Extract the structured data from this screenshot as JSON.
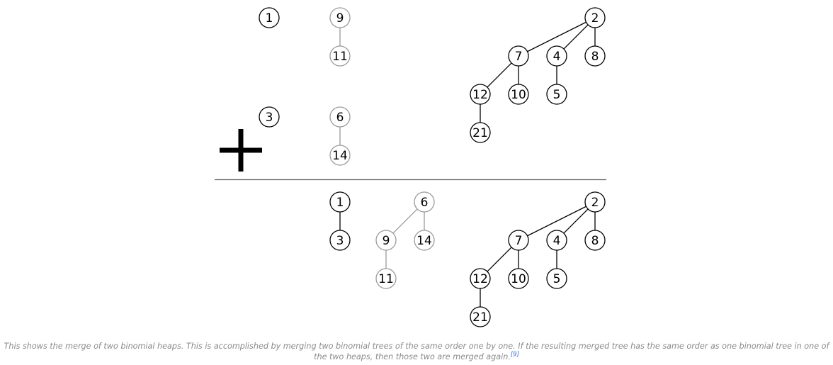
{
  "diagram": {
    "operator_symbol": "plus",
    "colors": {
      "black_tree": "#000000",
      "gray_tree": "#9a9a9a",
      "divider": "#666666",
      "caption": "#8a8a8a",
      "citation_link": "#3366cc"
    },
    "top_heap_1": {
      "trees": [
        {
          "keys": [
            "1"
          ],
          "color": "black"
        },
        {
          "keys": [
            "9",
            "11"
          ],
          "color": "gray"
        },
        {
          "keys": [
            "2",
            "7",
            "4",
            "8",
            "12",
            "10",
            "5",
            "21"
          ],
          "color": "black"
        }
      ]
    },
    "top_heap_2": {
      "trees": [
        {
          "keys": [
            "3"
          ],
          "color": "black"
        },
        {
          "keys": [
            "6",
            "14"
          ],
          "color": "gray"
        }
      ]
    },
    "result_heap": {
      "trees": [
        {
          "keys": [
            "1",
            "3"
          ],
          "color": "black"
        },
        {
          "keys": [
            "6",
            "9",
            "14",
            "11"
          ],
          "color": "gray"
        },
        {
          "keys": [
            "2",
            "7",
            "4",
            "8",
            "12",
            "10",
            "5",
            "21"
          ],
          "color": "black"
        }
      ]
    }
  },
  "caption": {
    "text": "This shows the merge of two binomial heaps. This is accomplished by merging two binomial trees of the same order one by one. If the resulting merged tree has the same order as one binomial tree in one of the two heaps, then those two are merged again.",
    "citation": "[9]"
  }
}
